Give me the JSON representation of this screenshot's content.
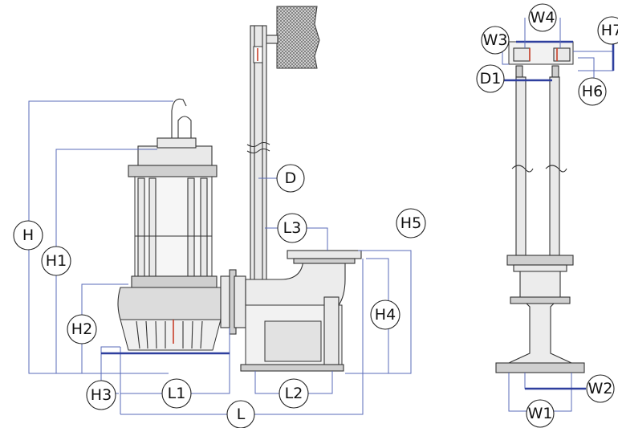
{
  "labels": {
    "H": "H",
    "H1": "H1",
    "H2": "H2",
    "H3": "H3",
    "H4": "H4",
    "H5": "H5",
    "H6": "H6",
    "H7": "H7",
    "L": "L",
    "L1": "L1",
    "L2": "L2",
    "L3": "L3",
    "D": "D",
    "D1": "D1",
    "W1": "W1",
    "W2": "W2",
    "W3": "W3",
    "W4": "W4"
  },
  "colors": {
    "dimension_line": "#5a6bb8",
    "dimension_bold": "#2e3f9e",
    "part_fill": "#e9e9e9",
    "accent_red": "#c8402a"
  }
}
